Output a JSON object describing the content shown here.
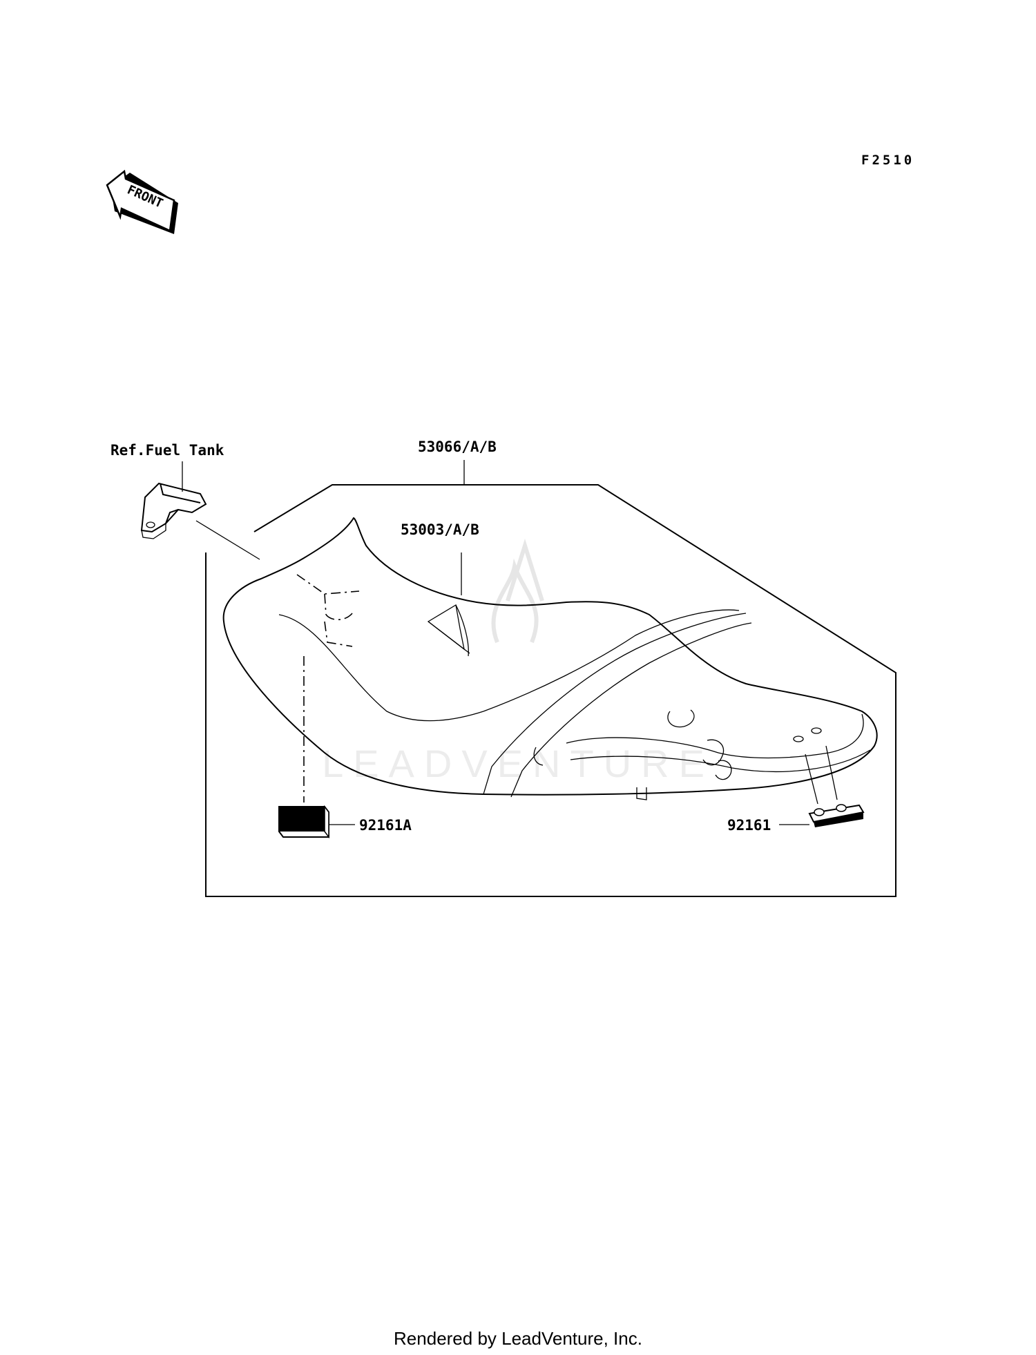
{
  "figure_code": "F2510",
  "front_label": "FRONT",
  "ref_label": "Ref.Fuel Tank",
  "callouts": {
    "seat_assy": "53066/A/B",
    "seat_cover": "53003/A/B",
    "damper_a": "92161A",
    "damper": "92161"
  },
  "watermark": "LEADVENTURE",
  "footer": "Rendered by LeadVenture, Inc.",
  "colors": {
    "line": "#000000",
    "background": "#ffffff",
    "watermark": "#e6e6e6"
  }
}
